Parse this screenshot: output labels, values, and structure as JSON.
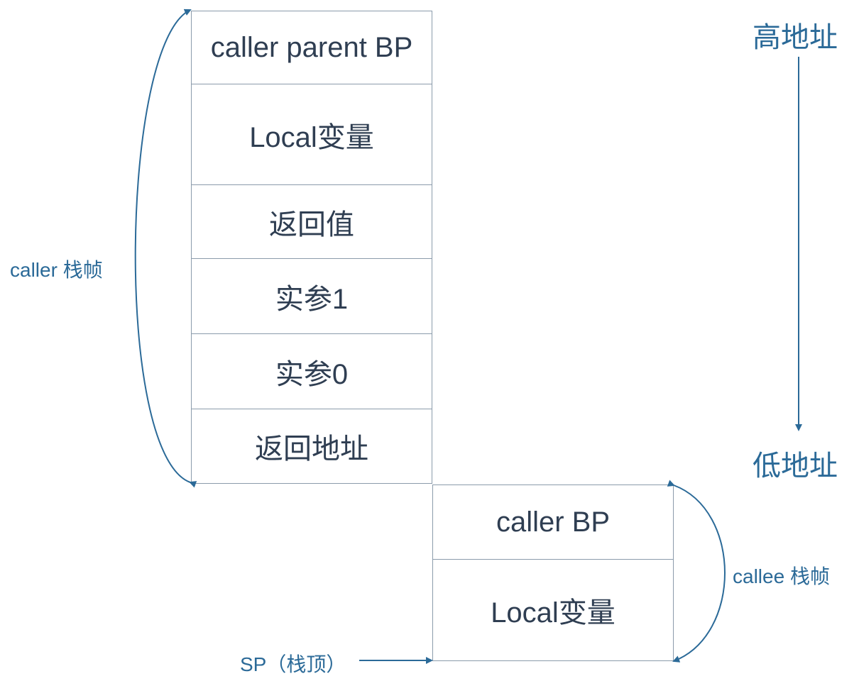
{
  "caller_frame": {
    "cells": [
      "caller parent BP",
      "Local变量",
      "返回值",
      "实参1",
      "实参0",
      "返回地址"
    ],
    "label": "caller 栈帧"
  },
  "callee_frame": {
    "cells": [
      "caller BP",
      "Local变量"
    ],
    "label": "callee 栈帧"
  },
  "address": {
    "high": "高地址",
    "low": "低地址"
  },
  "sp_label": "SP（栈顶）",
  "colors": {
    "text": "#2f3e52",
    "label": "#2b6a98",
    "arrow": "#2b6a98",
    "border": "#8b9bab"
  }
}
